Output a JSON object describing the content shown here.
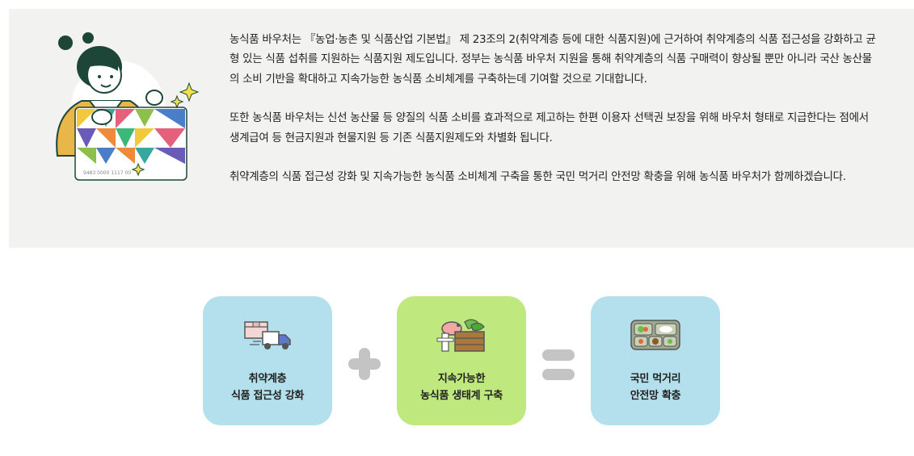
{
  "intro": {
    "card_number": "9483 0000 1117 00",
    "paragraphs": [
      "농식품 바우처는 『농업·농촌 및 식품산업 기본법』 제 23조의 2(취약계층 등에 대한 식품지원)에 근거하여 취약계층의 식품 접근성을 강화하고 균형 있는 식품 섭취를 지원하는 식품지원 제도입니다. 정부는 농식품 바우처 지원을 통해 취약계층의 식품 구매력이 향상될 뿐만 아니라 국산 농산물의 소비 기반을 확대하고 지속가능한 농식품 소비체계를 구축하는데 기여할 것으로 기대합니다.",
      "또한 농식품 바우처는 신선 농산물 등 양질의 식품 소비를 효과적으로 제고하는 한편 이용자 선택권 보장을 위해 바우처 형태로 지급한다는 점에서 생계급여 등 현금지원과 현물지원 등 기존 식품지원제도와 차별화 됩니다.",
      "취약계층의 식품 접근성 강화 및 지속가능한 농식품 소비체계 구축을 통한 국민 먹거리 안전망 확충을 위해 농식품 바우처가 함께하겠습니다."
    ]
  },
  "cards": [
    {
      "line1": "취약계층",
      "line2": "식품 접근성 강화",
      "icon": "delivery-truck-icon",
      "bg": "#b3e0ec"
    },
    {
      "line1": "지속가능한",
      "line2": "농식품 생태계 구축",
      "icon": "farm-produce-icon",
      "bg": "#bfe97e"
    },
    {
      "line1": "국민 먹거리",
      "line2": "안전망 확충",
      "icon": "meal-tray-icon",
      "bg": "#b3e0ec"
    }
  ],
  "operators": {
    "plus": "plus-icon",
    "equals": "equals-icon",
    "color": "#c4c4c4"
  }
}
